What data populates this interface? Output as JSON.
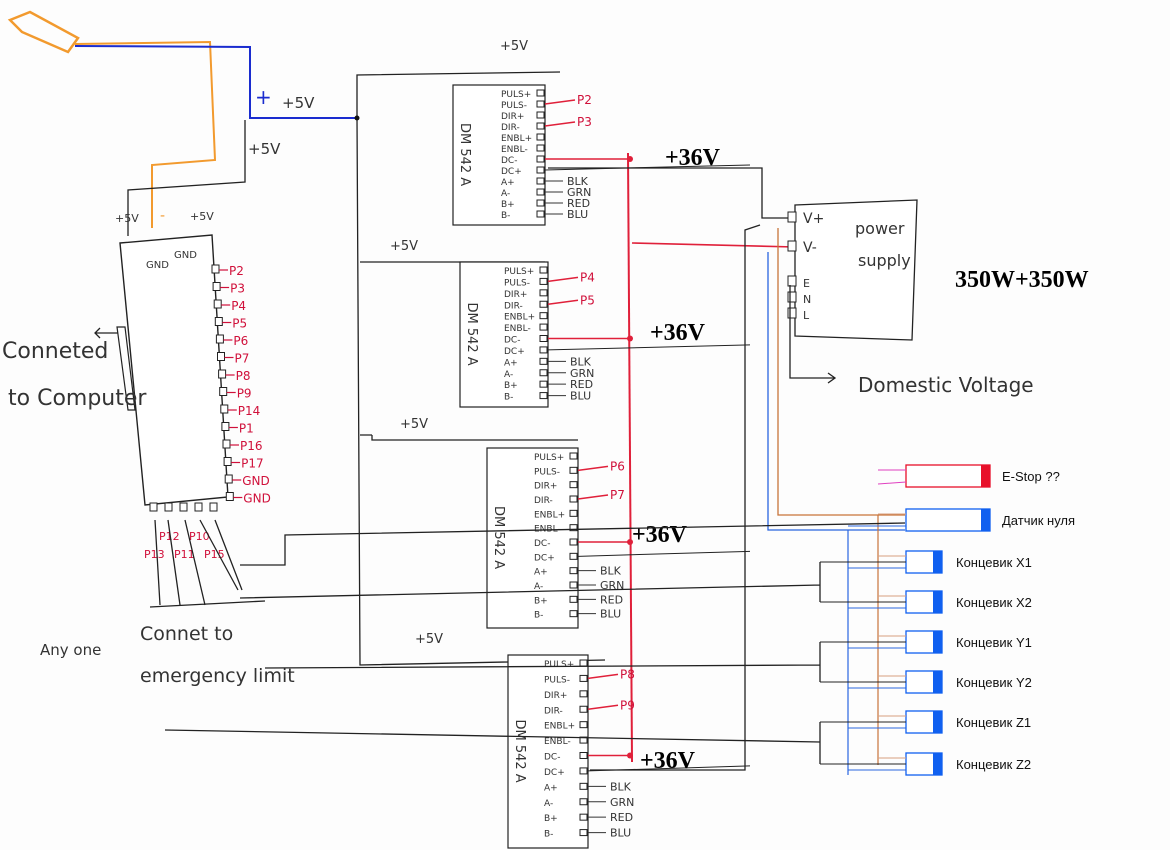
{
  "colors": {
    "usb": "#f29a2e",
    "vcc": "#1a2ccf",
    "red_wire": "#e0203a",
    "brown_wire": "#c8743a",
    "blue_wire": "#2a66e0",
    "label_red": "#d0103a"
  },
  "usb": {
    "plus": "+",
    "plus5v": "+5V",
    "plus5v_2": "+5V"
  },
  "controller": {
    "top_labels": [
      "+5V",
      "-",
      "+5V"
    ],
    "gnd_labels": [
      "GND",
      "GND"
    ],
    "right_pins": [
      "P2",
      "P3",
      "P4",
      "P5",
      "P6",
      "P7",
      "P8",
      "P9",
      "P14",
      "P1",
      "P16",
      "P17",
      "GND",
      "GND"
    ],
    "bottom_pins": [
      "P13",
      "P12",
      "P11",
      "P10",
      "P15"
    ],
    "computer_note_1": "Conneted",
    "computer_note_2": "to Computer",
    "limit_note_1": "Any one",
    "limit_note_2": "Connet to",
    "limit_note_3": "emergency limit"
  },
  "drivers": [
    {
      "name": "DM 542 A",
      "vcc": "+5V",
      "ports": [
        "P2",
        "P3"
      ],
      "supply": "+36V"
    },
    {
      "name": "DM 542 A",
      "vcc": "+5V",
      "ports": [
        "P4",
        "P5"
      ],
      "supply": "+36V"
    },
    {
      "name": "DM 542 A",
      "vcc": "+5V",
      "ports": [
        "P6",
        "P7"
      ],
      "supply": "+36V"
    },
    {
      "name": "DM 542 A",
      "vcc": "+5V",
      "ports": [
        "P8",
        "P9"
      ],
      "supply": "+36V"
    }
  ],
  "driver_pins": [
    "PULS+",
    "PULS-",
    "DIR+",
    "DIR-",
    "ENBL+",
    "ENBL-",
    "DC-",
    "DC+",
    "A+",
    "A-",
    "B+",
    "B-"
  ],
  "motor_wires": [
    "BLK",
    "GRN",
    "RED",
    "BLU"
  ],
  "power_supply": {
    "title_1": "power",
    "title_2": "supply",
    "terminals": [
      "V+",
      "V-",
      "E",
      "N",
      "L"
    ],
    "mains_note": "Domestic Voltage",
    "rating": "350W+350W"
  },
  "switches": [
    {
      "label": "E-Stop ??",
      "color": "#e8102a"
    },
    {
      "label": "Датчик нуля",
      "color": "#1060f0"
    },
    {
      "label": "Концевик X1",
      "color": "#1060f0"
    },
    {
      "label": "Концевик X2",
      "color": "#1060f0"
    },
    {
      "label": "Концевик Y1",
      "color": "#1060f0"
    },
    {
      "label": "Концевик Y2",
      "color": "#1060f0"
    },
    {
      "label": "Концевик Z1",
      "color": "#1060f0"
    },
    {
      "label": "Концевик Z2",
      "color": "#1060f0"
    }
  ]
}
